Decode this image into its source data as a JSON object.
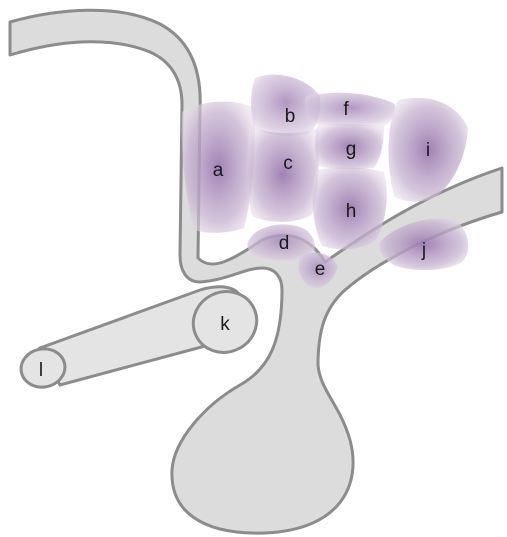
{
  "labels": {
    "a": "a",
    "b": "b",
    "c": "c",
    "d": "d",
    "e": "e",
    "f": "f",
    "g": "g",
    "h": "h",
    "i": "i",
    "j": "j",
    "k": "k",
    "l": "l"
  },
  "colors": {
    "background": "#ffffff",
    "duct_fill": "#dcdcdc",
    "duct_outline": "#8c8c8c",
    "region_core": "#9b7bb0",
    "region_edge": "#e6dbe9"
  }
}
